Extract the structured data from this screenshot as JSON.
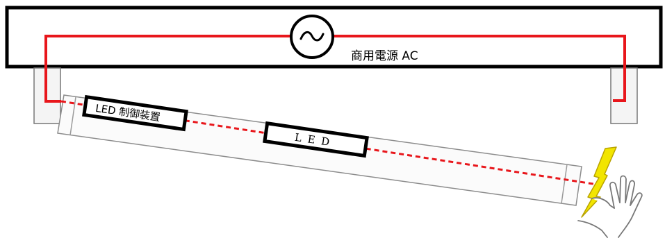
{
  "power_source": {
    "label": "商用電源 AC",
    "symbol": "~",
    "icon": "ac-source-icon"
  },
  "tube": {
    "controller_label": "LED 制御装置",
    "led_label": "L E D"
  },
  "hazard": {
    "icons": [
      "lightning-bolt-icon",
      "hand-icon"
    ]
  },
  "colors": {
    "wire": "#e8161b",
    "frame": "#000000",
    "tube_fill": "#fbfbfb",
    "tube_stroke": "#8c8c8c",
    "socket": "#f4f4f4",
    "bolt": "#f2e500",
    "hand_stroke": "#777777"
  }
}
